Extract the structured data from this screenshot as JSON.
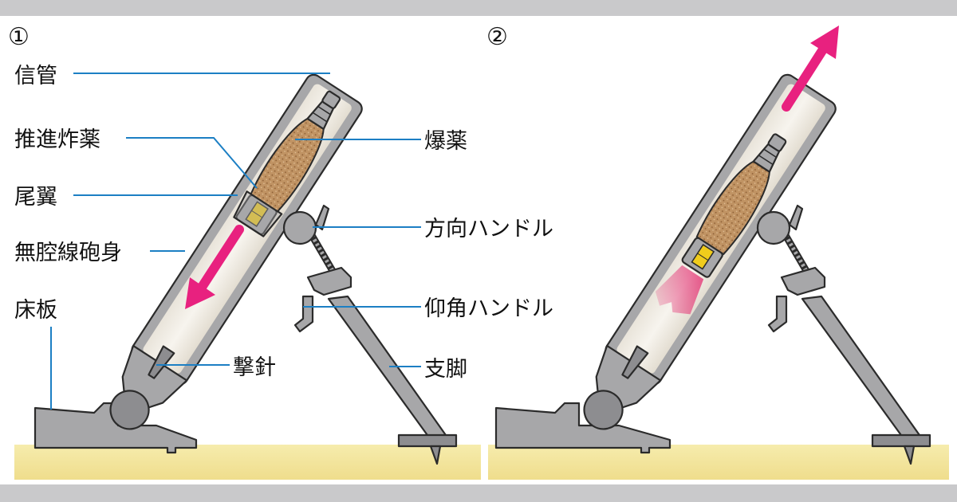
{
  "panels": [
    {
      "step": "①"
    },
    {
      "step": "②"
    }
  ],
  "labels": {
    "fuze": "信管",
    "propellant": "推進炸薬",
    "fin": "尾翼",
    "barrel": "無腔線砲身",
    "baseplate": "床板",
    "explosive": "爆薬",
    "traverse_handle": "方向ハンドル",
    "elevation_handle": "仰角ハンドル",
    "firing_pin": "撃針",
    "bipod": "支脚"
  },
  "colors": {
    "leader_line": "#1c7fc4",
    "arrow": "#e8217f",
    "steel": "#a7a7a9",
    "ground": "#f3e7a1",
    "explosive_fill": "#b98a5c",
    "propellant_charge": "#f0cc1c"
  },
  "icons": {
    "downward-arrow": "mortar-round-descending-arrow",
    "upward-arrow": "mortar-round-launch-arrow"
  }
}
